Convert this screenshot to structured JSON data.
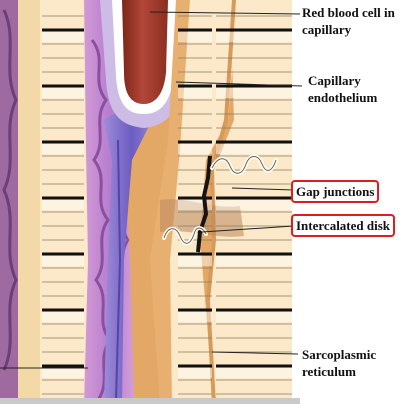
{
  "labels": {
    "rbc_line1": "Red blood cell in",
    "rbc_line2": "capillary",
    "endo_line1": "Capillary",
    "endo_line2": "endothelium",
    "gap": "Gap junctions",
    "disk": "Intercalated disk",
    "sr_line1": "Sarcoplasmic",
    "sr_line2": "reticulum"
  },
  "colors": {
    "highlight_box": "#d92020",
    "cell_fill": "#fbe9c9",
    "connective_tissue": "#e0a060",
    "red_blood_cell": "#a33a2b",
    "capillary_membrane": "#c9b8e0",
    "sarcolemma": "#c47fcf",
    "sarcoplasm_center": "#8a76c8",
    "z_line": "#111111",
    "leader_line": "#222222"
  }
}
